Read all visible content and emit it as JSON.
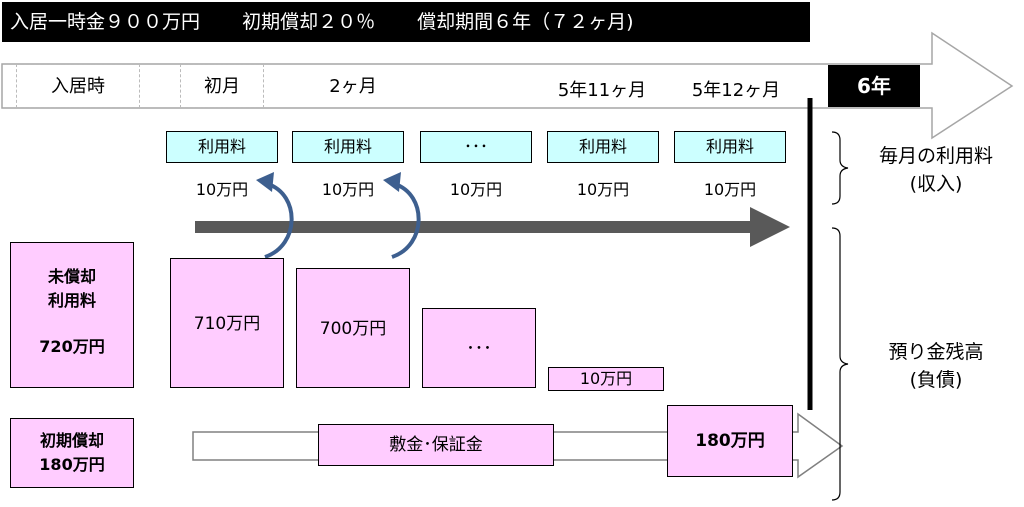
{
  "header": {
    "item1": "入居一時金９００万円",
    "item2": "初期償却２０％",
    "item3": "償却期間６年（７２ヶ月)"
  },
  "timeline": {
    "move_in": "入居時",
    "first_month": "初月",
    "second_month": "2ヶ月",
    "month_5y11": "5年11ヶ月",
    "month_5y12": "5年12ヶ月",
    "year6": "6年"
  },
  "fees": {
    "boxes": [
      "利用料",
      "利用料",
      "･･･",
      "利用料",
      "利用料"
    ],
    "amounts": [
      "10万円",
      "10万円",
      "10万円",
      "10万円",
      "10万円"
    ]
  },
  "left": {
    "unamortized_line1": "未償却",
    "unamortized_line2": "利用料",
    "unamortized_amount": "720万円",
    "initial_line1": "初期償却",
    "initial_line2": "180万円"
  },
  "balances": [
    "710万円",
    "700万円",
    "･･･",
    "10万円"
  ],
  "deposit_label": "敷金･保証金",
  "final_amount": "180万円",
  "side": {
    "income_line1": "毎月の利用料",
    "income_line2": "(収入)",
    "liability_line1": "預り金残高",
    "liability_line2": "(負債)"
  },
  "colors": {
    "header_bg": "#000000",
    "fee_box": "#ccffff",
    "pink": "#ffccff",
    "curve_arrow": "#3d5f8f",
    "flow_arrow": "#595959"
  }
}
